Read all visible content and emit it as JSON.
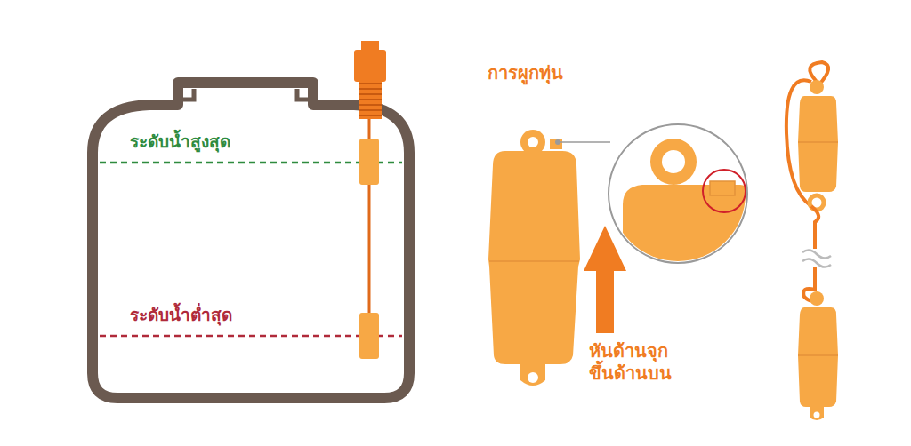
{
  "diagram": {
    "labels": [
      "ระดับน้ำสูงสุด",
      "ระดับน้ำต่ำสุด",
      "การผูกทุ่น",
      "หันด้านจุก ขึ้นด้านบน"
    ]
  }
}
